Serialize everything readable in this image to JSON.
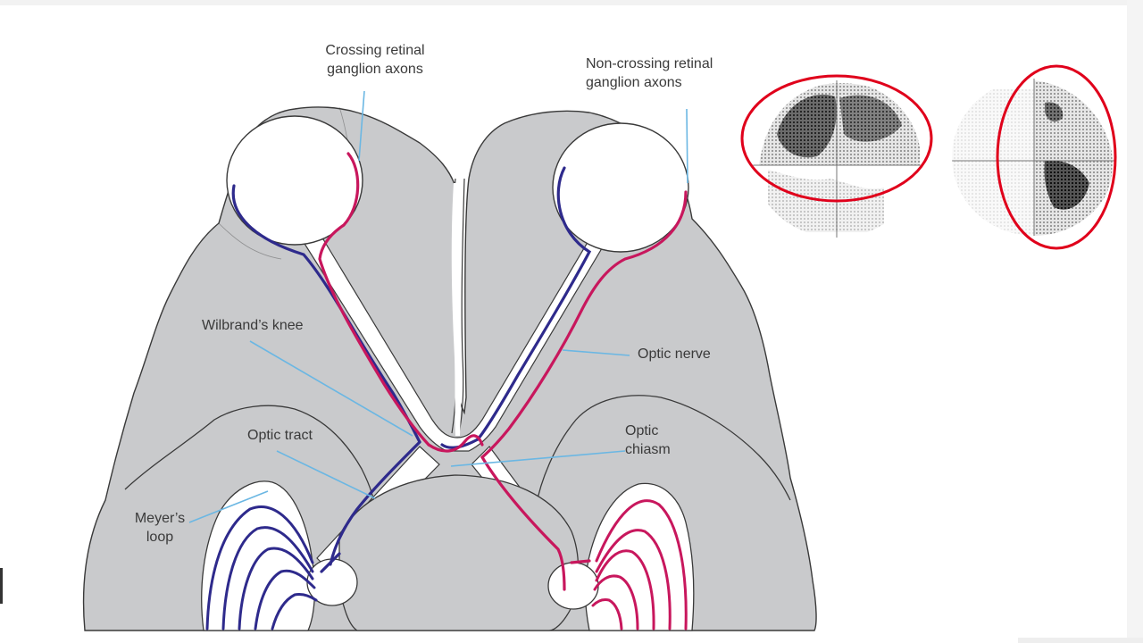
{
  "labels": {
    "crossing": "Crossing retinal\nganglion axons",
    "non_crossing": "Non-crossing retinal\nganglion axons",
    "wilbrand": "Wilbrand’s knee",
    "optic_nerve": "Optic nerve",
    "optic_tract": "Optic tract",
    "optic_chiasm": "Optic\nchiasm",
    "meyer": "Meyer’s\nloop"
  },
  "colors": {
    "brain_fill": "#c9cacc",
    "outline": "#3a3a3a",
    "crossing_axon": "#c8175d",
    "non_crossing_axon": "#2e2a8c",
    "pointer": "#6bb7e3",
    "highlight": "#e0001b"
  },
  "icons": {
    "left_eye": "eye-globe-left",
    "right_eye": "eye-globe-right",
    "visual_field_left": "visual-field-plot-left",
    "visual_field_right": "visual-field-plot-right"
  }
}
